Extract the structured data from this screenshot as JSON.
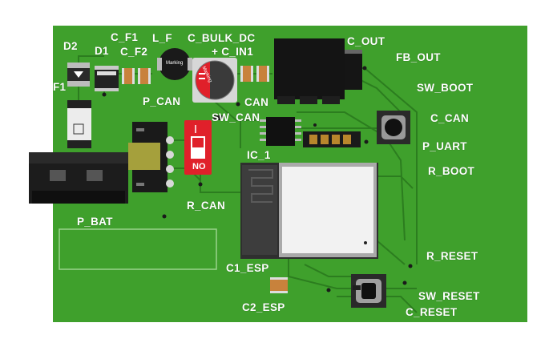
{
  "labels": {
    "d2": "D2",
    "d1": "D1",
    "c_f1": "C_F1",
    "c_f2": "C_F2",
    "l_f": "L_F",
    "c_bulk_dc": "C_BULK_DC",
    "c_in1": "+ C_IN1",
    "c_out": "C_OUT",
    "fb_out": "FB_OUT",
    "f1": "F1",
    "p_can": "P_CAN",
    "can": "CAN",
    "sw_boot": "SW_BOOT",
    "sw_can": "SW_CAN",
    "c_can": "C_CAN",
    "p_uart": "P_UART",
    "ic_1": "IC_1",
    "r_boot": "R_BOOT",
    "r_can": "R_CAN",
    "p_bat": "P_BAT",
    "r_reset": "R_RESET",
    "c1_esp": "C1_ESP",
    "sw_reset": "SW_RESET",
    "c2_esp": "C2_ESP",
    "c_reset": "C_RESET"
  },
  "markings": {
    "inductor": "Marking",
    "elcap": "Marking",
    "dip_switch": "NO"
  },
  "colors": {
    "board": "#3fa02c",
    "trace": "#2c7d1f",
    "dip_red": "#e0202a",
    "module_white": "#f4f4f4",
    "connector_black": "#1c1c1c"
  }
}
